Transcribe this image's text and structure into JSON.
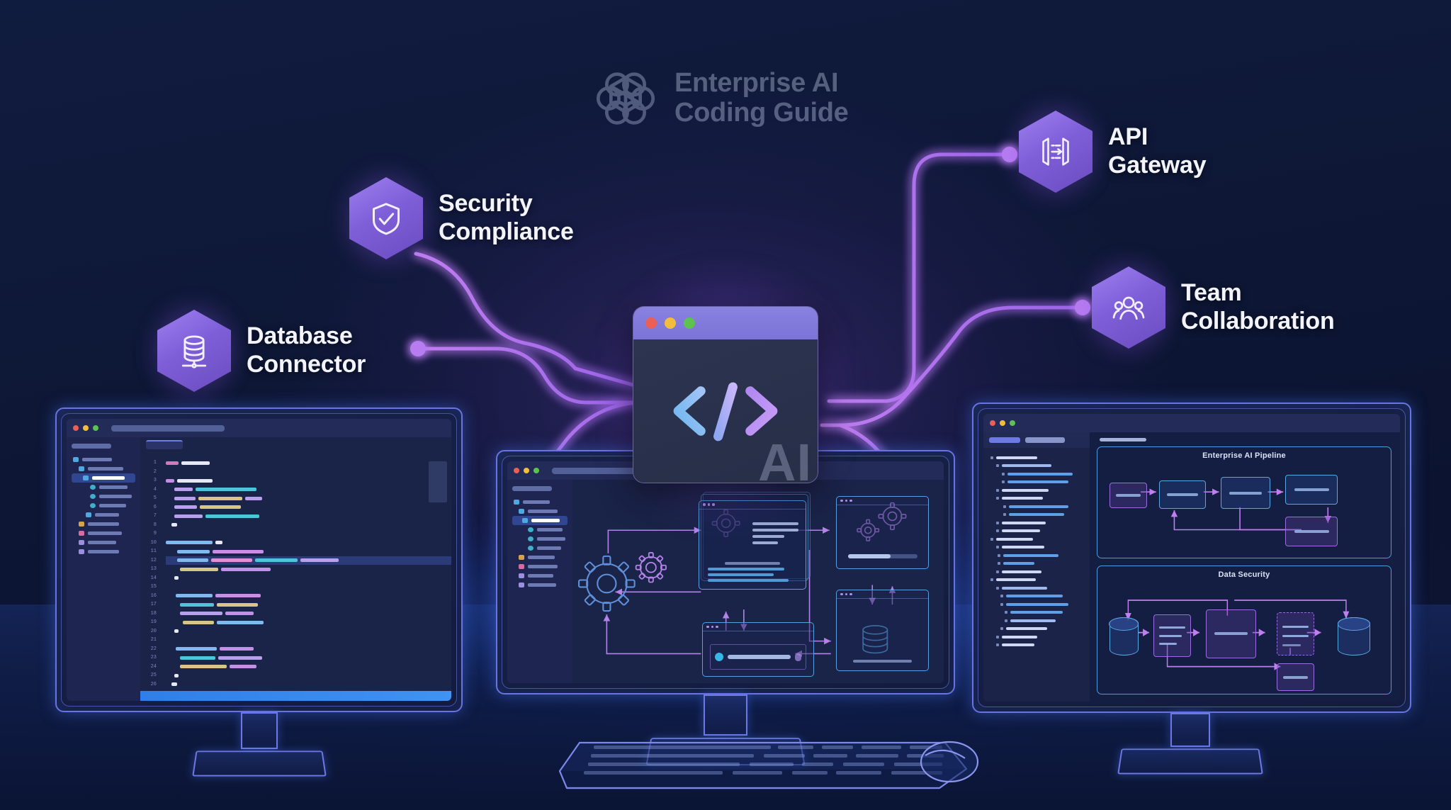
{
  "header": {
    "logo_icon": "openai-knot-logo",
    "title_line1": "Enterprise AI",
    "title_line2": "Coding Guide"
  },
  "center_card": {
    "icon": "code-brackets-icon",
    "watermark": "AI",
    "traffic_lights": [
      "close-red",
      "minimize-yellow",
      "maximize-green"
    ]
  },
  "nodes": [
    {
      "id": "database-connector",
      "label": "Database\nConnector",
      "icon": "database-icon",
      "position": "left"
    },
    {
      "id": "security-compliance",
      "label": "Security\nCompliance",
      "icon": "shield-check-icon",
      "position": "upper-left"
    },
    {
      "id": "api-gateway",
      "label": "API\nGateway",
      "icon": "api-gateway-icon",
      "position": "upper-right"
    },
    {
      "id": "team-collaboration",
      "label": "Team\nCollaboration",
      "icon": "users-group-icon",
      "position": "right"
    }
  ],
  "monitors": {
    "left": {
      "name": "code-editor-monitor",
      "line_numbers": [
        "1",
        "2",
        "3",
        "4",
        "5",
        "6",
        "7",
        "8",
        "9",
        "10",
        "11",
        "12",
        "13",
        "14",
        "15",
        "16",
        "17",
        "18",
        "19",
        "20",
        "21",
        "22",
        "23",
        "24",
        "25",
        "26"
      ]
    },
    "center": {
      "name": "workflow-diagram-monitor"
    },
    "right": {
      "name": "architecture-diagram-monitor",
      "panels": [
        {
          "title": "Enterprise AI Pipeline"
        },
        {
          "title": "Data Security"
        }
      ]
    }
  },
  "peripherals": {
    "keyboard": "keyboard-outline",
    "mouse": "mouse-outline"
  },
  "colors": {
    "background": "#0d1634",
    "accent_purple": "#a36ee8",
    "accent_violet": "#7f5fd8",
    "accent_blue": "#4f9bd8",
    "screen_frame": "#6a74e0",
    "label_text": "#f3f4fa",
    "header_text": "#b6c0dd"
  }
}
